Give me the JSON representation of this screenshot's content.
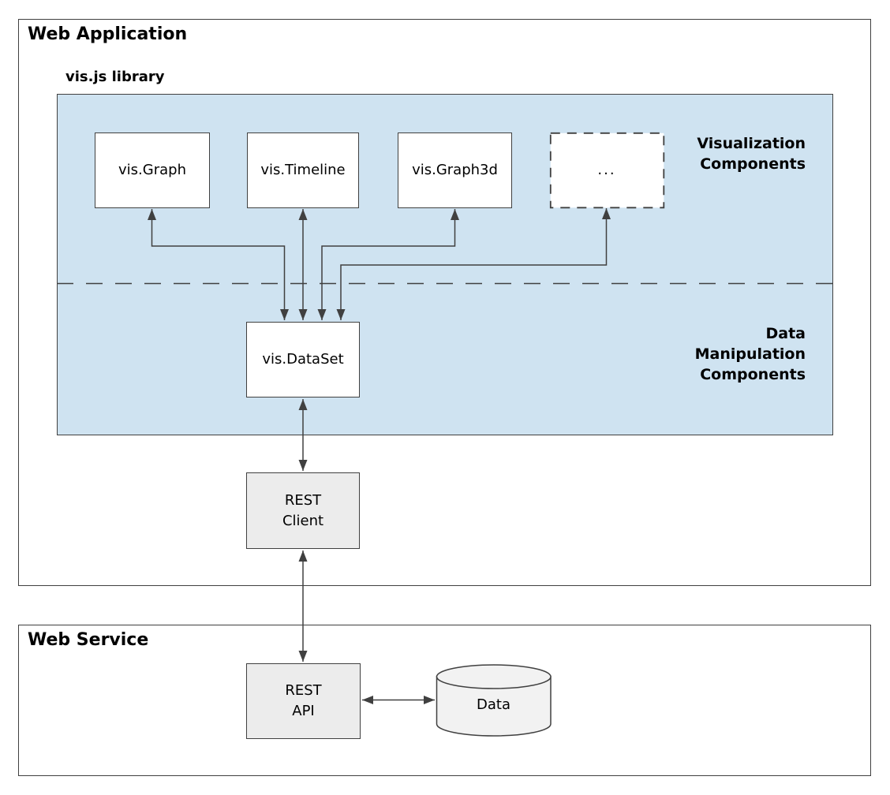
{
  "colors": {
    "panel_blue": "#cfe3f1",
    "node_fill": "#ffffff",
    "service_node_fill": "#ececec",
    "cylinder_fill": "#f2f2f2",
    "line": "#404040",
    "text": "#000000"
  },
  "web_application": {
    "title": "Web Application",
    "library": {
      "title": "vis.js library",
      "visualization_label": "Visualization\nComponents",
      "data_manipulation_label": "Data\nManipulation\nComponents",
      "nodes": {
        "vis_graph": "vis.Graph",
        "vis_timeline": "vis.Timeline",
        "vis_graph3d": "vis.Graph3d",
        "more": "...",
        "vis_dataset": "vis.DataSet"
      }
    },
    "rest_client": "REST\nClient"
  },
  "web_service": {
    "title": "Web Service",
    "rest_api": "REST\nAPI",
    "data_store": "Data"
  }
}
